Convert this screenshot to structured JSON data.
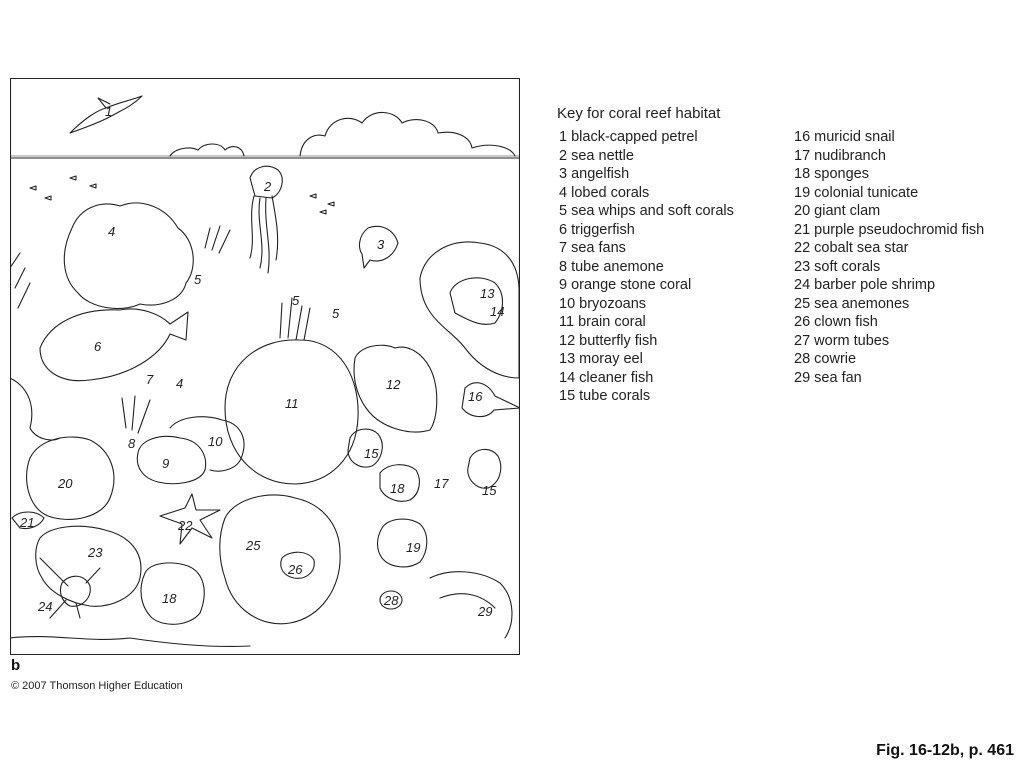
{
  "illustration": {
    "labels": [
      "1",
      "2",
      "3",
      "4",
      "4",
      "5",
      "5",
      "5",
      "6",
      "7",
      "8",
      "9",
      "10",
      "11",
      "12",
      "13",
      "14",
      "15",
      "15",
      "16",
      "17",
      "18",
      "18",
      "19",
      "20",
      "21",
      "22",
      "23",
      "24",
      "25",
      "26",
      "28",
      "29"
    ]
  },
  "key": {
    "title": "Key for coral reef habitat",
    "items": [
      "1 black-capped petrel",
      "2 sea nettle",
      "3 angelfish",
      "4 lobed corals",
      "5 sea whips and soft corals",
      "6 triggerfish",
      "7 sea fans",
      "8 tube anemone",
      "9 orange stone coral",
      "10 bryozoans",
      "11 brain coral",
      "12 butterfly fish",
      "13 moray eel",
      "14 cleaner fish",
      "15 tube corals",
      "16 muricid snail",
      "17 nudibranch",
      "18 sponges",
      "19 colonial tunicate",
      "20 giant clam",
      "21 purple pseudochromid fish",
      "22 cobalt sea star",
      "23 soft corals",
      "24 barber pole shrimp",
      "25 sea anemones",
      "26 clown fish",
      "27 worm tubes",
      "28 cowrie",
      "29 sea fan"
    ]
  },
  "footer": {
    "figure_letter": "b",
    "copyright": "© 2007 Thomson Higher Education",
    "caption": "Fig. 16-12b, p. 461"
  }
}
